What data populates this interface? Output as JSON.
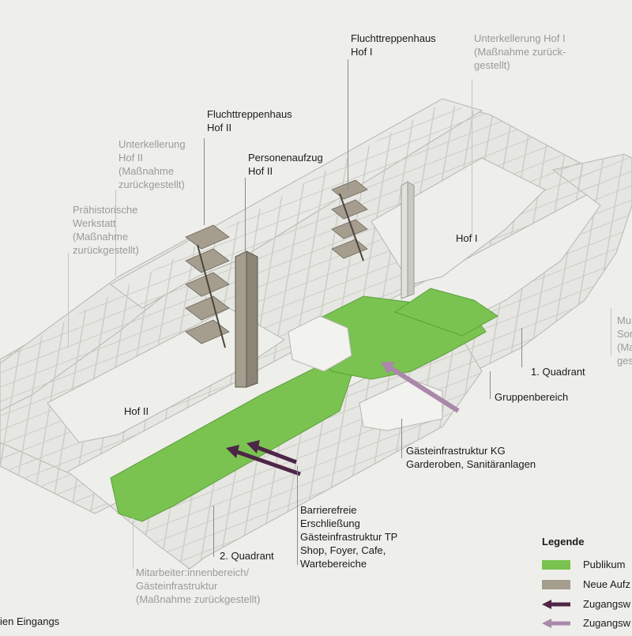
{
  "colors": {
    "background": "#eeeeea",
    "public_area": "#7ac350",
    "new_elevator_stair": "#a59d8e",
    "access_dark": "#4d2647",
    "access_light": "#a988a9",
    "walls": "#ffffff",
    "floor": "#e4e4e0",
    "outline": "#b5b5b0"
  },
  "labels": {
    "fluchttreppenhaus_hof1": "Fluchttreppenhaus\nHof I",
    "unterkellerung_hof1": "Unterkellerung Hof I\n(Maßnahme zurück-\ngestellt)",
    "fluchttreppenhaus_hof2": "Fluchttreppenhaus\nHof II",
    "unterkellerung_hof2": "Unterkellerung\nHof II\n(Maßnahme\nzurückgestellt)",
    "personenaufzug": "Personenaufzug\nHof II",
    "prahistorische": "Prähistorische\nWerkstatt\n(Maßnahme\nzurückgestellt)",
    "hof1": "Hof I",
    "hof2": "Hof II",
    "mu_cut": "Mu\nSor\n(Ma\ngest",
    "quadrant1": "1. Quadrant",
    "gruppenbereich": "Gruppenbereich",
    "gaesteinfra_kg": "Gästeinfrastruktur KG\nGarderoben, Sanitäranlagen",
    "barrierefrei": "Barrierefreie\nErschließung\nGästeinfrastruktur TP\nShop, Foyer, Cafe,\nWartebereiche",
    "quadrant2": "2. Quadrant",
    "mitarbeiter": "Mitarbeiter:innenbereich/\nGästeinfrastruktur\n(Maßnahme zurückgestellt)",
    "eingang_cut": "ien Eingangs"
  },
  "legend": {
    "title": "Legende",
    "items": [
      {
        "label": "Publikum",
        "color": "#7ac350",
        "kind": "swatch"
      },
      {
        "label": "Neue Aufz",
        "color": "#a59d8e",
        "kind": "swatch"
      },
      {
        "label": "Zugangsw",
        "color": "#4d2647",
        "kind": "arrow"
      },
      {
        "label": "Zugangsw",
        "color": "#a988a9",
        "kind": "arrow"
      }
    ]
  }
}
